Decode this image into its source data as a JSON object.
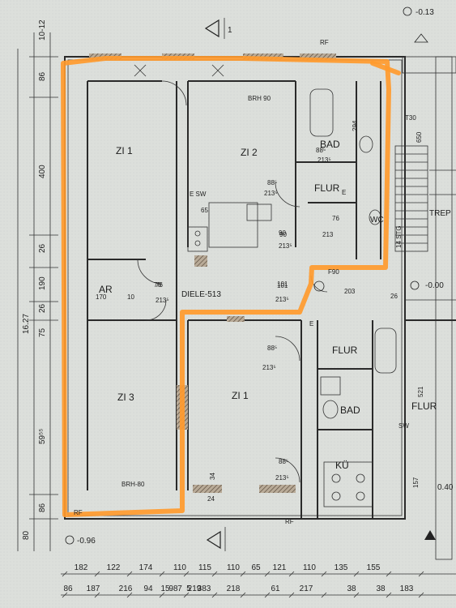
{
  "rooms": {
    "zi1_left": "ZI 1",
    "zi2": "ZI 2",
    "zi3": "ZI 3",
    "zi1_right": "ZI 1",
    "bad_top": "BAD",
    "bad_bottom": "BAD",
    "flur_top": "FLUR",
    "flur_mid": "FLUR",
    "flur_right": "FLUR",
    "ku": "KÜ",
    "ar": "AR",
    "wc": "WC",
    "diele": "DIELE-513",
    "trep": "TREP"
  },
  "notes": {
    "brh90": "BRH 90",
    "brh80": "BRH-80",
    "esw": "E SW",
    "rf_top": "RF",
    "rf_bottom_left": "RF",
    "rf_bottom_mid": "RF",
    "level_top": "-0.13",
    "level_mid": "-0.00",
    "level_bottom_left": "-0.96",
    "level_right": "0.40",
    "t30": "T30",
    "stg14": "14 STG",
    "f90": "F90",
    "sw": "SW",
    "e_small": "E",
    "e_small2": "E",
    "d1": "1",
    "num_65": "65",
    "num_90": "90",
    "num_76": "76",
    "num_170": "170",
    "num_10": "10",
    "num_101": "101",
    "num_203": "203",
    "num_26": "26",
    "num_294": "294",
    "num_521": "521",
    "num_650": "650",
    "num_34": "34",
    "num_24": "24",
    "num_157": "157"
  },
  "door_dims": {
    "d1": "88⁵",
    "d1b": "213⁵",
    "d2": "88⁵",
    "d2b": "213⁵",
    "d3": "88⁵",
    "d3b": "213⁵",
    "d4": "76",
    "d4b": "213",
    "d5": "90",
    "d5b": "213⁵",
    "d6": "76",
    "d6b": "213⁵",
    "d7": "88⁵",
    "d7b": "213⁵",
    "d8": "101",
    "d8b": "213⁵"
  },
  "left_dims": [
    "10-12",
    "86",
    "400",
    "26",
    "190",
    "26",
    "75",
    "59⁵⁵",
    "86",
    "80"
  ],
  "left_total": "16.27",
  "bottom_dims_row1": [
    "182",
    "122",
    "174",
    "110",
    "115",
    "110",
    "65",
    "121",
    "110",
    "135",
    "155"
  ],
  "bottom_dims_row2": [
    "86",
    "187",
    "216",
    "94",
    "15",
    "98",
    "7",
    "5",
    "219",
    "383",
    "218",
    "61",
    "217",
    "38",
    "38",
    "183"
  ]
}
